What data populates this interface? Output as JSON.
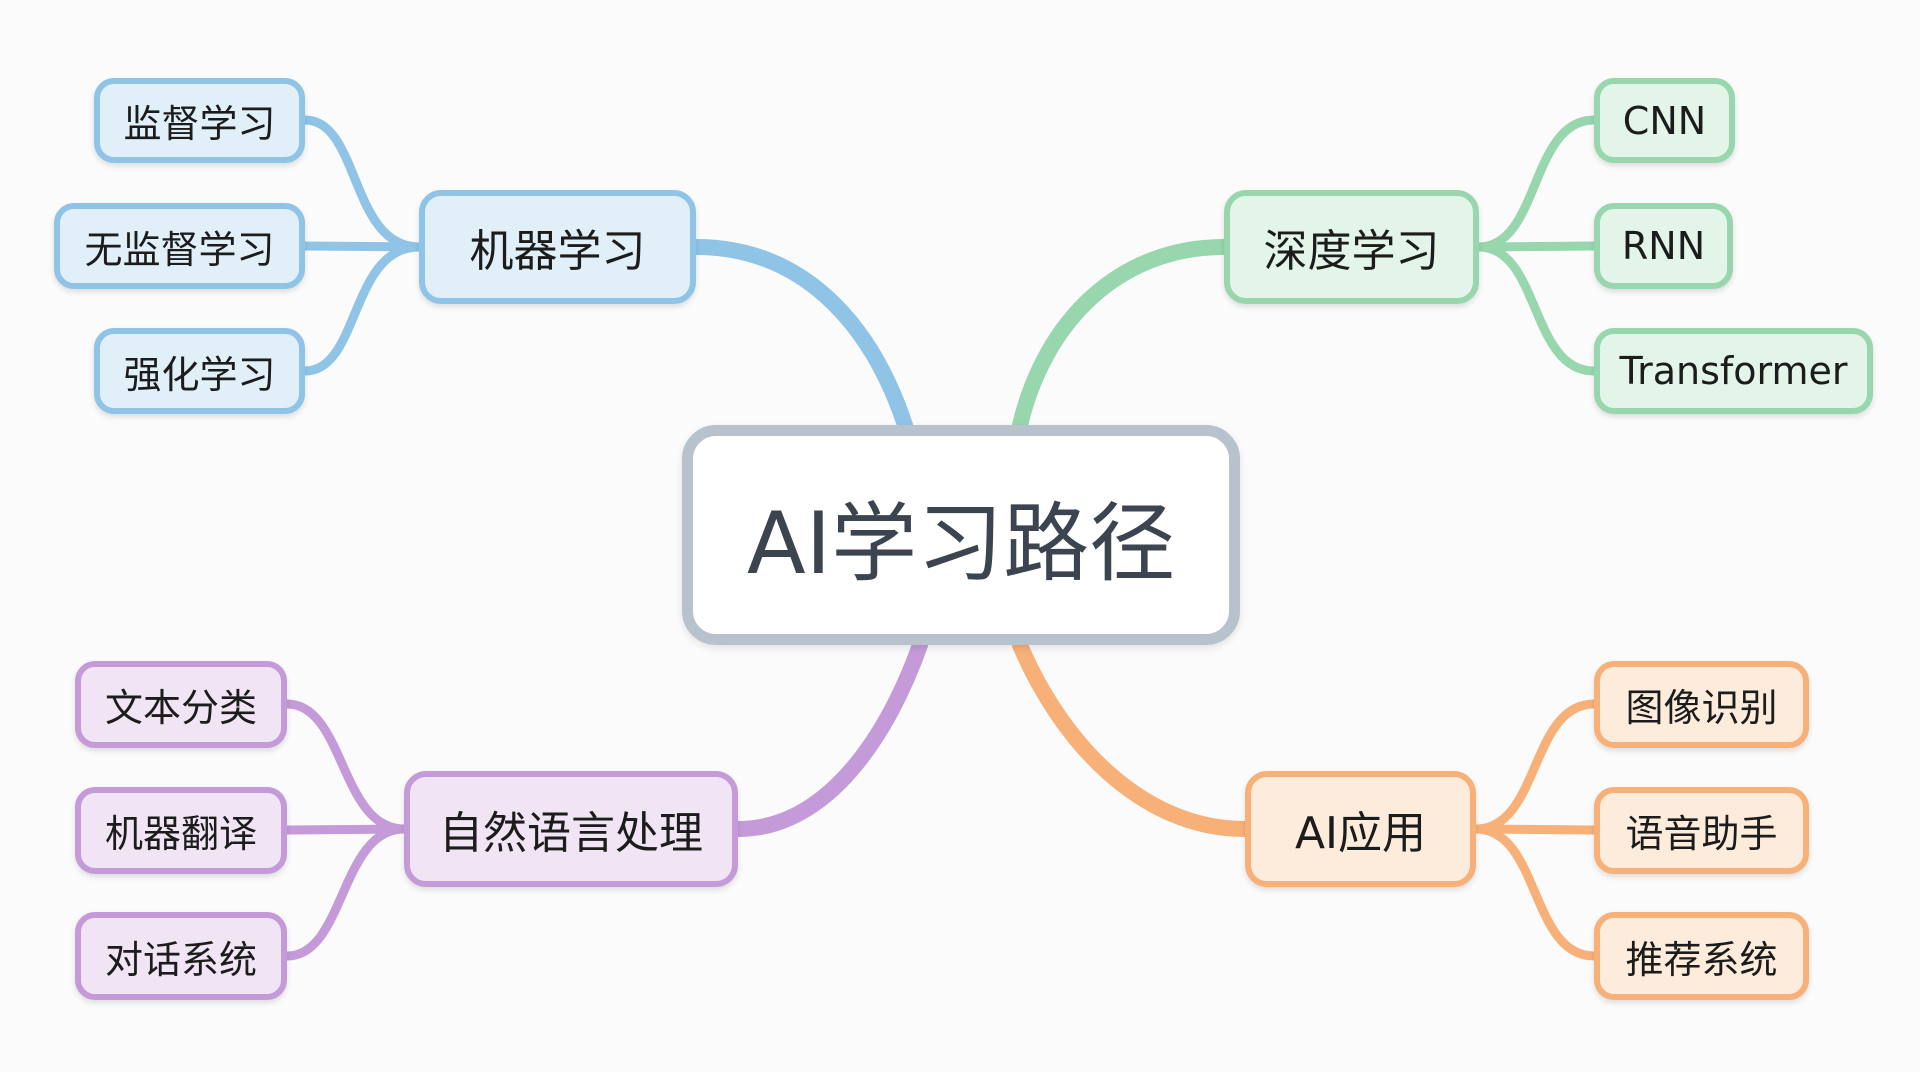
{
  "title": "AI学习路径",
  "colors": {
    "center_border": "#b8c2cc",
    "machine_learning": "#8fc4e6",
    "deep_learning": "#98d6ae",
    "nlp": "#c49bd8",
    "ai_applications": "#f7b078"
  },
  "branches": [
    {
      "label": "机器学习",
      "children": [
        {
          "label": "监督学习"
        },
        {
          "label": "无监督学习"
        },
        {
          "label": "强化学习"
        }
      ]
    },
    {
      "label": "深度学习",
      "children": [
        {
          "label": "CNN"
        },
        {
          "label": "RNN"
        },
        {
          "label": "Transformer"
        }
      ]
    },
    {
      "label": "自然语言处理",
      "children": [
        {
          "label": "文本分类"
        },
        {
          "label": "机器翻译"
        },
        {
          "label": "对话系统"
        }
      ]
    },
    {
      "label": "AI应用",
      "children": [
        {
          "label": "图像识别"
        },
        {
          "label": "语音助手"
        },
        {
          "label": "推荐系统"
        }
      ]
    }
  ]
}
